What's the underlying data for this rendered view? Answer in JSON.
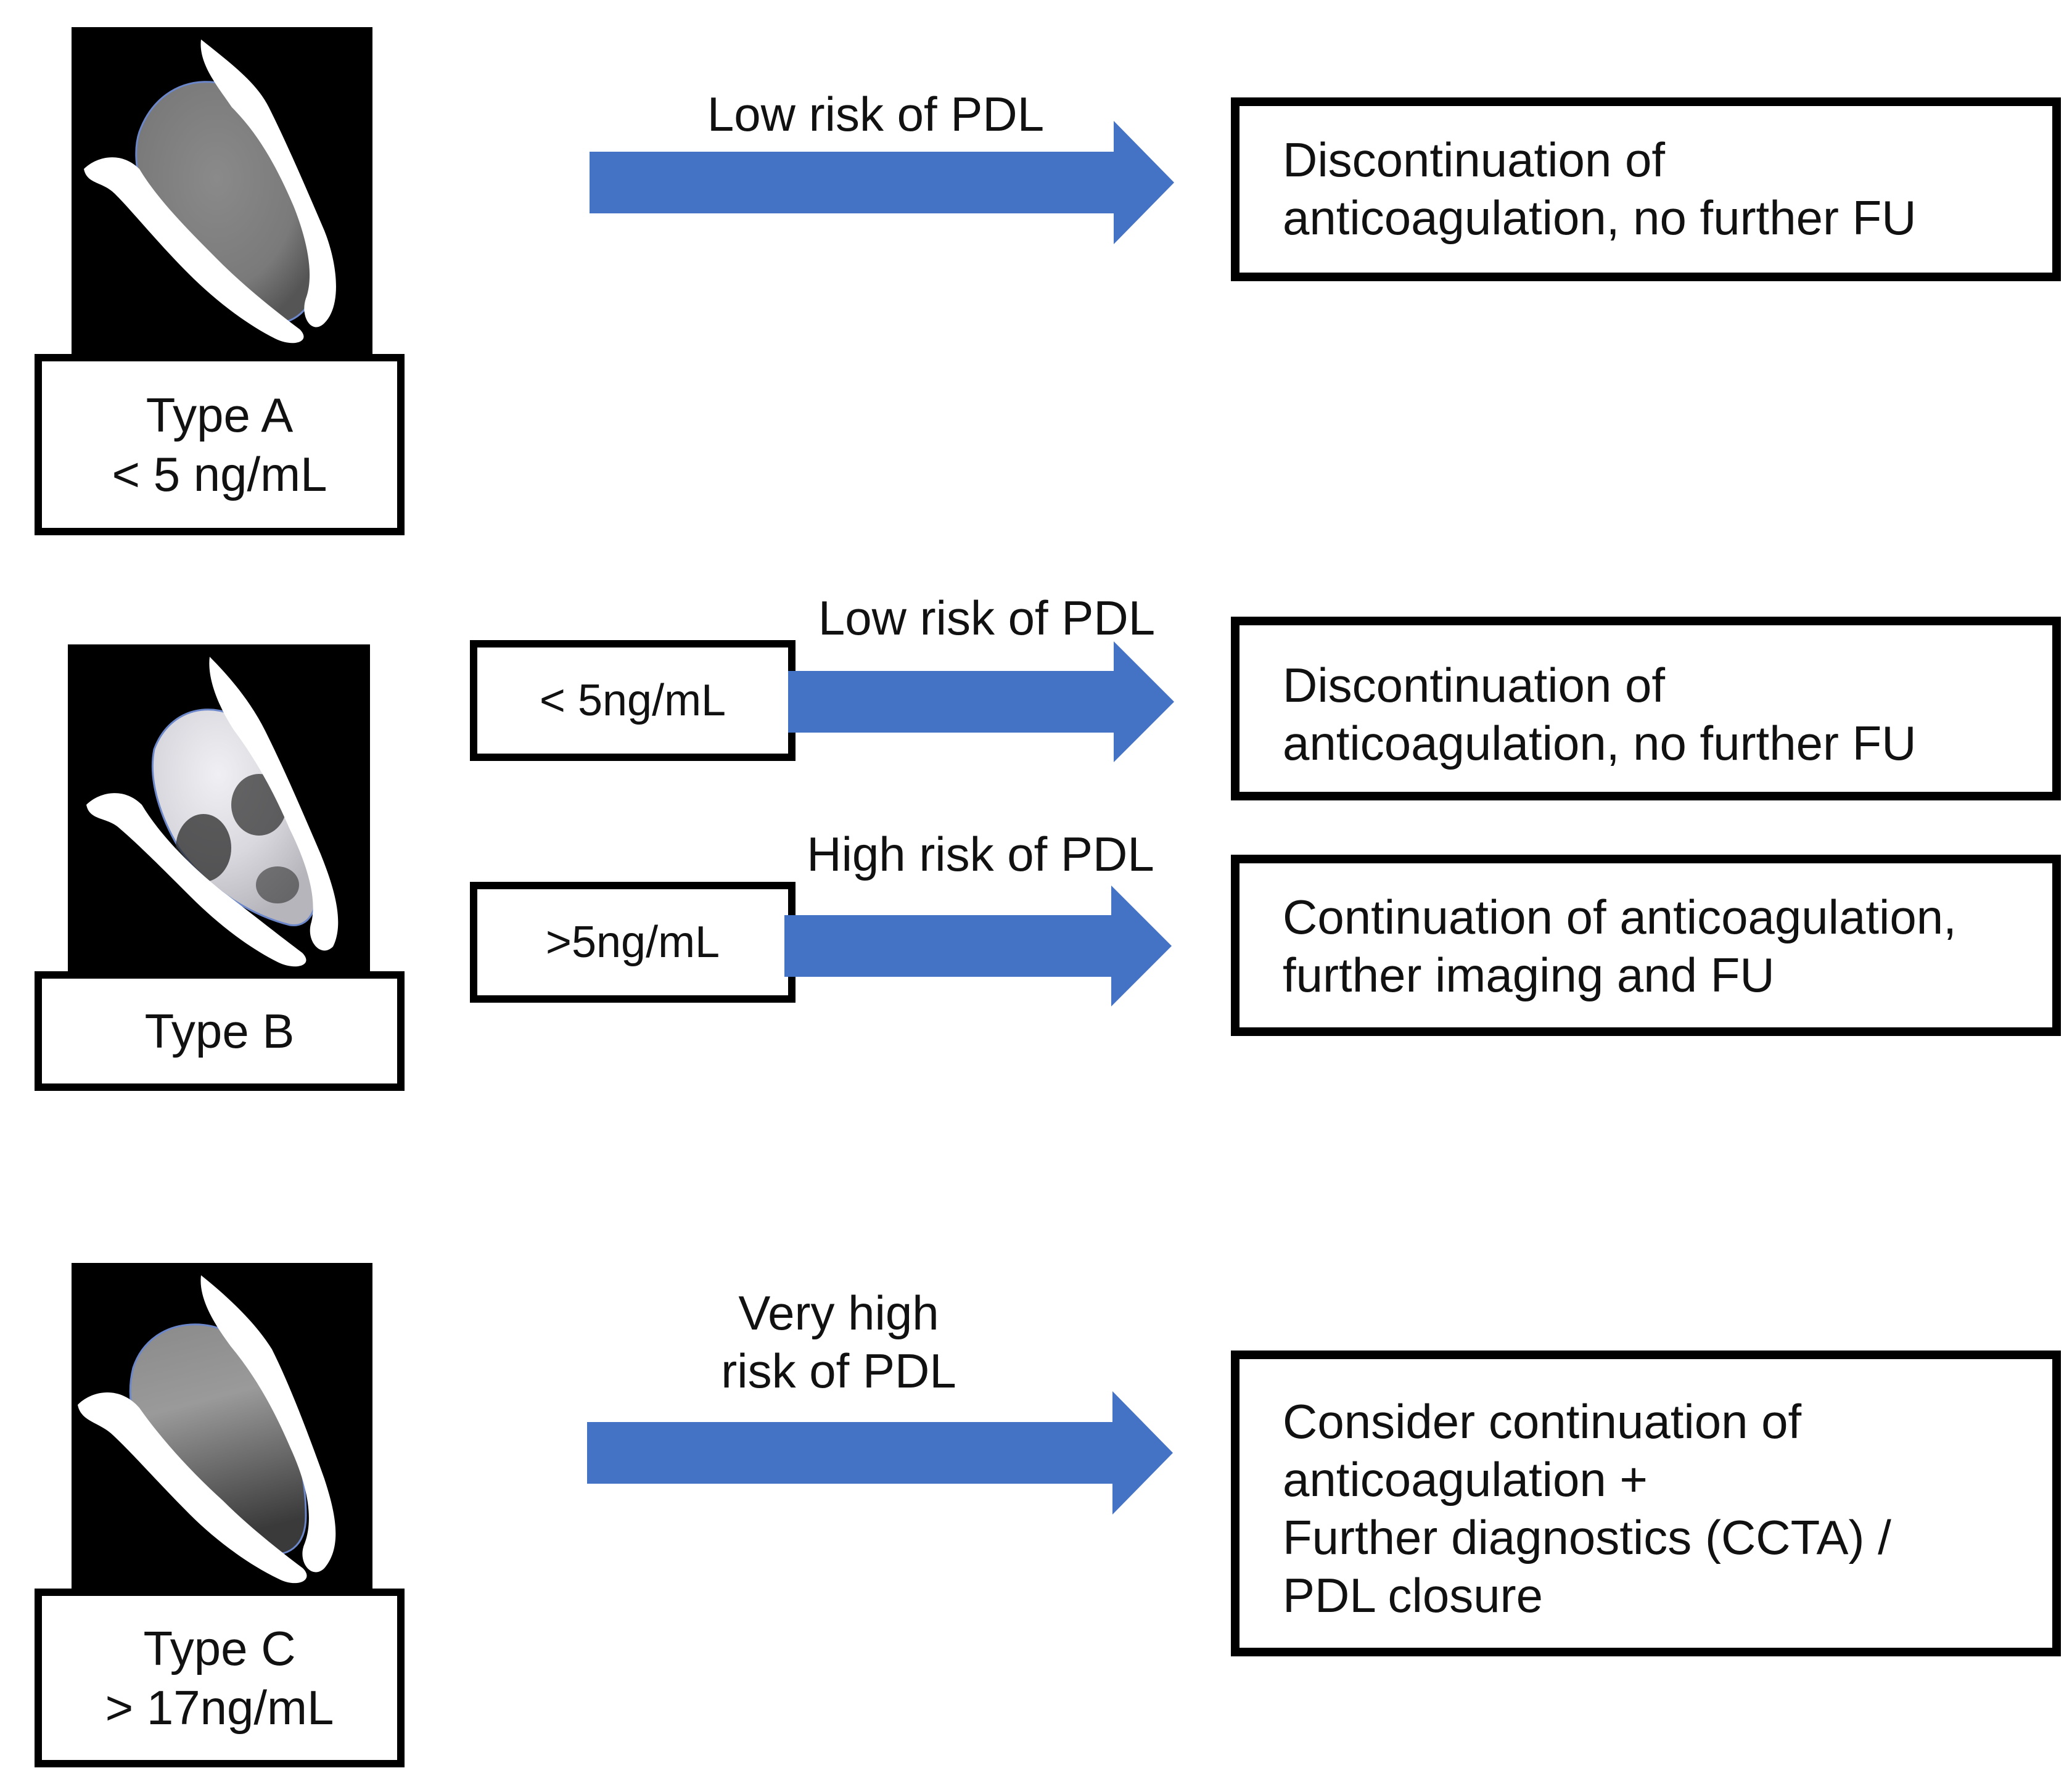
{
  "colors": {
    "arrow": "#4472C4",
    "box_border": "#000000",
    "panel_bg": "#000000"
  },
  "rows": [
    {
      "type_label": [
        "Type A",
        "< 5 ng/mL"
      ],
      "paths": [
        {
          "risk": [
            "Low risk of PDL"
          ],
          "outcome": [
            "Discontinuation of",
            "anticoagulation, no further FU"
          ]
        }
      ]
    },
    {
      "type_label": [
        "Type B"
      ],
      "paths": [
        {
          "threshold": "< 5ng/mL",
          "risk": [
            "Low risk of PDL"
          ],
          "outcome": [
            "Discontinuation of",
            "anticoagulation, no further FU"
          ]
        },
        {
          "threshold": ">5ng/mL",
          "risk": [
            "High risk of PDL"
          ],
          "outcome": [
            "Continuation of anticoagulation,",
            "further imaging and FU"
          ]
        }
      ]
    },
    {
      "type_label": [
        "Type C",
        "> 17ng/mL"
      ],
      "paths": [
        {
          "risk": [
            "Very high",
            "risk of PDL"
          ],
          "outcome": [
            "Consider continuation of",
            "anticoagulation +",
            "Further diagnostics (CCTA) /",
            "PDL closure"
          ]
        }
      ]
    }
  ]
}
